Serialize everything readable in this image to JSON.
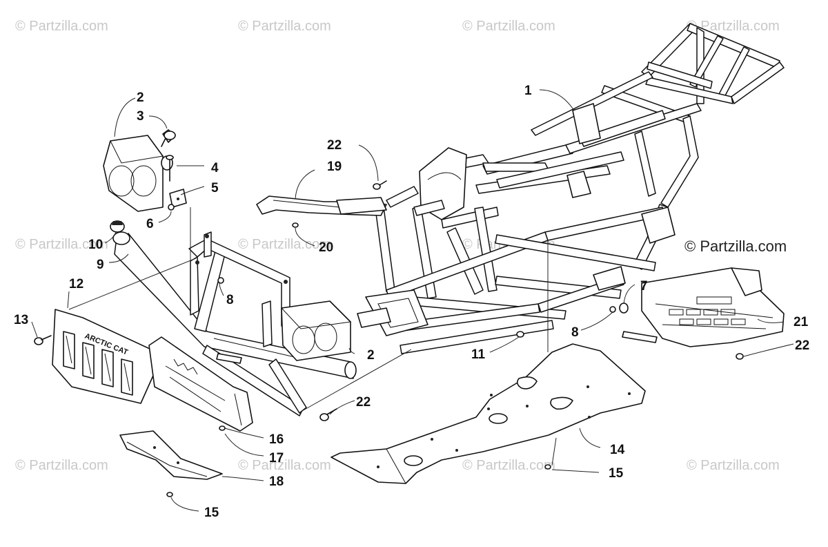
{
  "watermarks": {
    "tile_text": "© Partzilla.com",
    "main_text": "© Partzilla.com"
  },
  "brand": {
    "grille_text": "ARCTIC CAT"
  },
  "callouts": [
    {
      "id": "c1",
      "label": "1"
    },
    {
      "id": "c2a",
      "label": "2"
    },
    {
      "id": "c2b",
      "label": "2"
    },
    {
      "id": "c3",
      "label": "3"
    },
    {
      "id": "c4",
      "label": "4"
    },
    {
      "id": "c5",
      "label": "5"
    },
    {
      "id": "c6",
      "label": "6"
    },
    {
      "id": "c7",
      "label": "7"
    },
    {
      "id": "c8a",
      "label": "8"
    },
    {
      "id": "c8b",
      "label": "8"
    },
    {
      "id": "c9",
      "label": "9"
    },
    {
      "id": "c10",
      "label": "10"
    },
    {
      "id": "c11",
      "label": "11"
    },
    {
      "id": "c12",
      "label": "12"
    },
    {
      "id": "c13",
      "label": "13"
    },
    {
      "id": "c14",
      "label": "14"
    },
    {
      "id": "c15a",
      "label": "15"
    },
    {
      "id": "c15b",
      "label": "15"
    },
    {
      "id": "c16",
      "label": "16"
    },
    {
      "id": "c17",
      "label": "17"
    },
    {
      "id": "c18",
      "label": "18"
    },
    {
      "id": "c19",
      "label": "19"
    },
    {
      "id": "c20",
      "label": "20"
    },
    {
      "id": "c21",
      "label": "21"
    },
    {
      "id": "c22a",
      "label": "22"
    },
    {
      "id": "c22b",
      "label": "22"
    },
    {
      "id": "c22c",
      "label": "22"
    }
  ]
}
